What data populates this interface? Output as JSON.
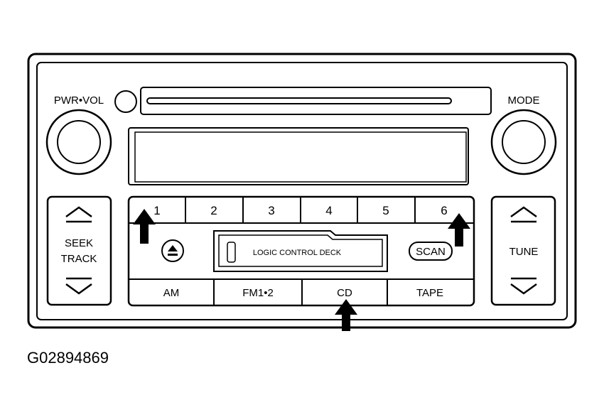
{
  "labels": {
    "pwr_vol": "PWR•VOL",
    "mode": "MODE",
    "seek": "SEEK",
    "track": "TRACK",
    "tune": "TUNE",
    "deck": "LOGIC CONTROL DECK",
    "scan": "SCAN"
  },
  "presets": [
    "1",
    "2",
    "3",
    "4",
    "5",
    "6"
  ],
  "bands": [
    "AM",
    "FM1•2",
    "CD",
    "TAPE"
  ],
  "figure_id": "G02894869",
  "icons": {
    "eject": "eject-icon",
    "seek_up": "chevron-up-icon",
    "seek_down": "chevron-down-icon",
    "tune_up": "chevron-up-icon",
    "tune_down": "chevron-down-icon",
    "callout": "arrow-up-icon"
  }
}
